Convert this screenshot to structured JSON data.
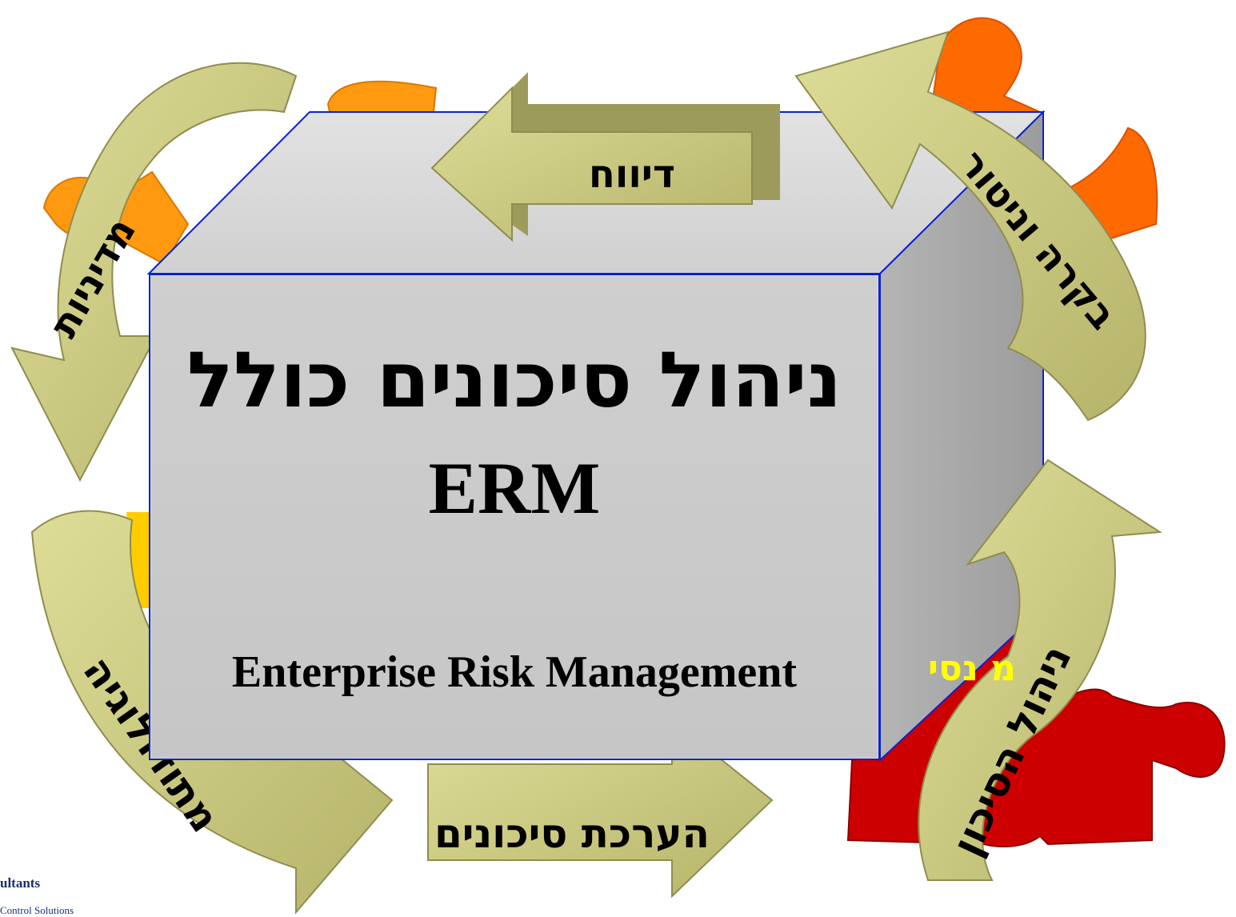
{
  "diagram": {
    "title_hebrew": "ניהול סיכונים כולל",
    "title_english": "ERM",
    "subtitle_english": "Enterprise Risk Management"
  },
  "arrows": {
    "reporting": "דיווח",
    "control_monitoring": "בקרה וניטור",
    "policy": "מדיניות",
    "methodology": "מתודולוגיה",
    "risk_assessment": "הערכת סיכונים",
    "risk_management": "ניהול הסיכון"
  },
  "puzzle_fragment": {
    "text": "מ נסי"
  },
  "footer": {
    "line1": "ultants",
    "line2": "Control Solutions"
  },
  "colors": {
    "arrow_fill": "#c6c57a",
    "arrow_light": "#e3e29a",
    "arrow_dark": "#9d9b5c",
    "box_front": "#c9c9c9",
    "box_side": "#a8a8a8",
    "box_top": "#dcdcdc",
    "box_outline": "#0a22d0",
    "puzzle_orange": "#ff6a00",
    "puzzle_light_orange": "#ff9a10",
    "puzzle_red": "#cc0000",
    "puzzle_yellow": "#ffcc00",
    "fragment_text": "#ffff00"
  }
}
